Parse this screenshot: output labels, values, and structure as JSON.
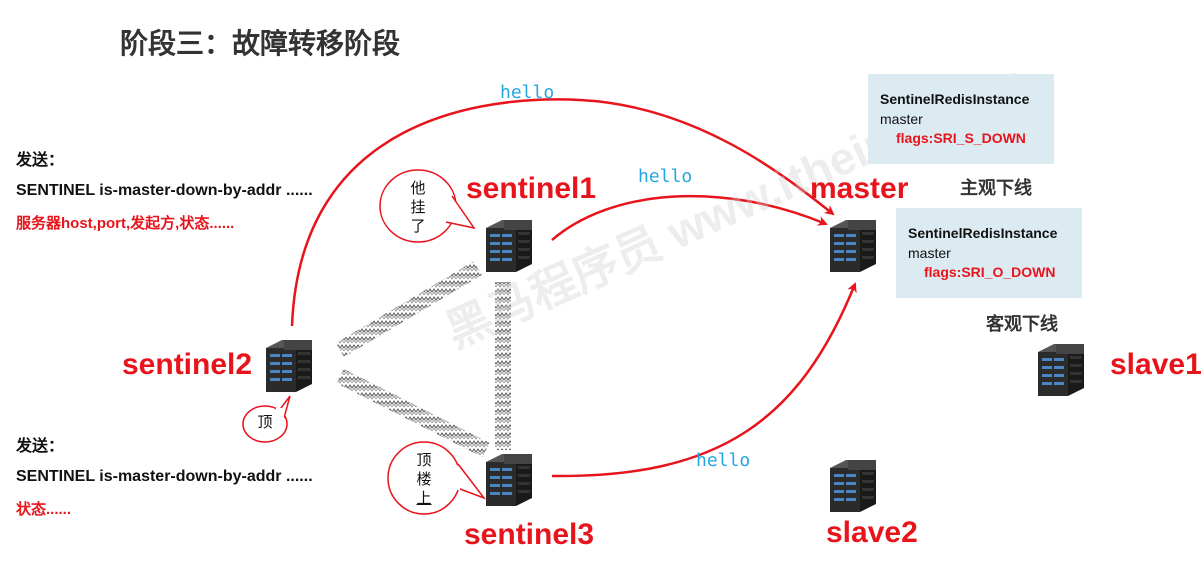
{
  "title": "阶段三：故障转移阶段",
  "nodes": {
    "sentinel1": "sentinel1",
    "sentinel2": "sentinel2",
    "sentinel3": "sentinel3",
    "master": "master",
    "slave1": "slave1",
    "slave2": "slave2"
  },
  "hello_label": "hello",
  "send_top": {
    "heading": "发送：",
    "command": "SENTINEL is-master-down-by-addr ......",
    "params": "服务器host,port,发起方,状态......"
  },
  "send_bottom": {
    "heading": "发送：",
    "command": "SENTINEL is-master-down-by-addr ......",
    "params": "状态......"
  },
  "info_subjective": {
    "name": "SentinelRedisInstance",
    "role": "master",
    "flags": "flags:SRI_S_DOWN",
    "status": "主观下线"
  },
  "info_objective": {
    "name": "SentinelRedisInstance",
    "role": "master",
    "flags": "flags:SRI_O_DOWN",
    "status": "客观下线"
  },
  "bubbles": {
    "sentinel1": [
      "他",
      "挂",
      "了"
    ],
    "sentinel2": [
      "顶"
    ],
    "sentinel3": [
      "顶",
      "楼",
      "上"
    ]
  },
  "watermark": "黑马程序员 www.itheima.com",
  "colors": {
    "accent_red": "#e8141c",
    "hello_blue": "#23a7e0",
    "info_bg": "#dcebf1"
  }
}
